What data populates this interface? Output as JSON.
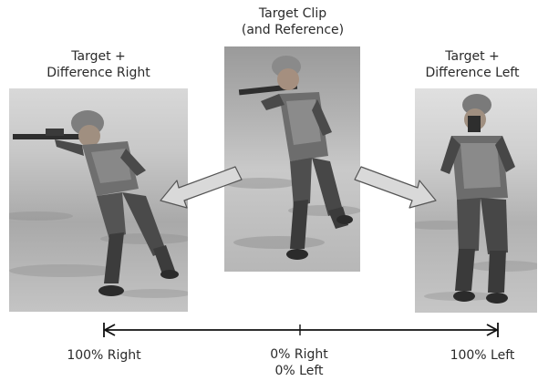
{
  "captions": {
    "center": [
      "Target Clip",
      "(and Reference)"
    ],
    "left": [
      "Target +",
      "Difference Right"
    ],
    "right": [
      "Target +",
      "Difference Left"
    ]
  },
  "scale": {
    "left_end": "100% Right",
    "center": [
      "0% Right",
      "0% Left"
    ],
    "right_end": "100% Left"
  },
  "colors": {
    "arrow_fill": "#d9d9d9",
    "arrow_stroke": "#555555",
    "scale_line": "#111111",
    "ground": "#bcbcbc",
    "figure_dark": "#3c3c3c",
    "figure_mid": "#6a6a6a"
  },
  "images": {
    "left": "soldier-aiming-rifle-left",
    "center": "soldier-aiming-rifle-angled",
    "right": "soldier-aiming-rifle-toward-viewer"
  },
  "icons": {
    "arrow_left": "arrow-left-icon",
    "arrow_right": "arrow-right-icon",
    "scale_arrow": "double-arrow-scale-icon"
  }
}
